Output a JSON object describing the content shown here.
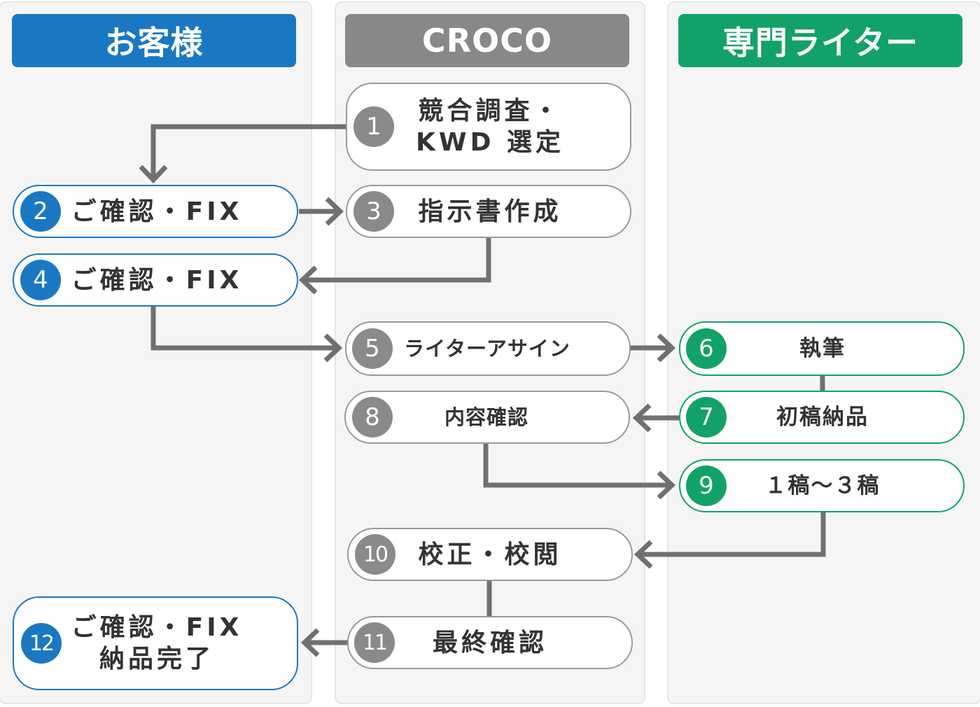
{
  "colors": {
    "customer": "#1a78c2",
    "croco": "#888888",
    "writer": "#12a268",
    "connector": "#707070"
  },
  "lanes": {
    "customer": "お客様",
    "croco": "CROCO",
    "writer": "専門ライター"
  },
  "steps": [
    {
      "number": "1",
      "lines": [
        "競合調査・",
        "KWD 選定"
      ]
    },
    {
      "number": "2",
      "lines": [
        "ご確認・FIX"
      ]
    },
    {
      "number": "3",
      "lines": [
        "指示書作成"
      ]
    },
    {
      "number": "4",
      "lines": [
        "ご確認・FIX"
      ]
    },
    {
      "number": "5",
      "lines": [
        "ライターアサイン"
      ]
    },
    {
      "number": "6",
      "lines": [
        "執筆"
      ]
    },
    {
      "number": "7",
      "lines": [
        "初稿納品"
      ]
    },
    {
      "number": "8",
      "lines": [
        "内容確認"
      ]
    },
    {
      "number": "9",
      "lines": [
        "１稿～３稿"
      ]
    },
    {
      "number": "10",
      "lines": [
        "校正・校閲"
      ]
    },
    {
      "number": "11",
      "lines": [
        "最終確認"
      ]
    },
    {
      "number": "12",
      "lines": [
        "ご確認・FIX",
        "納品完了"
      ]
    }
  ]
}
